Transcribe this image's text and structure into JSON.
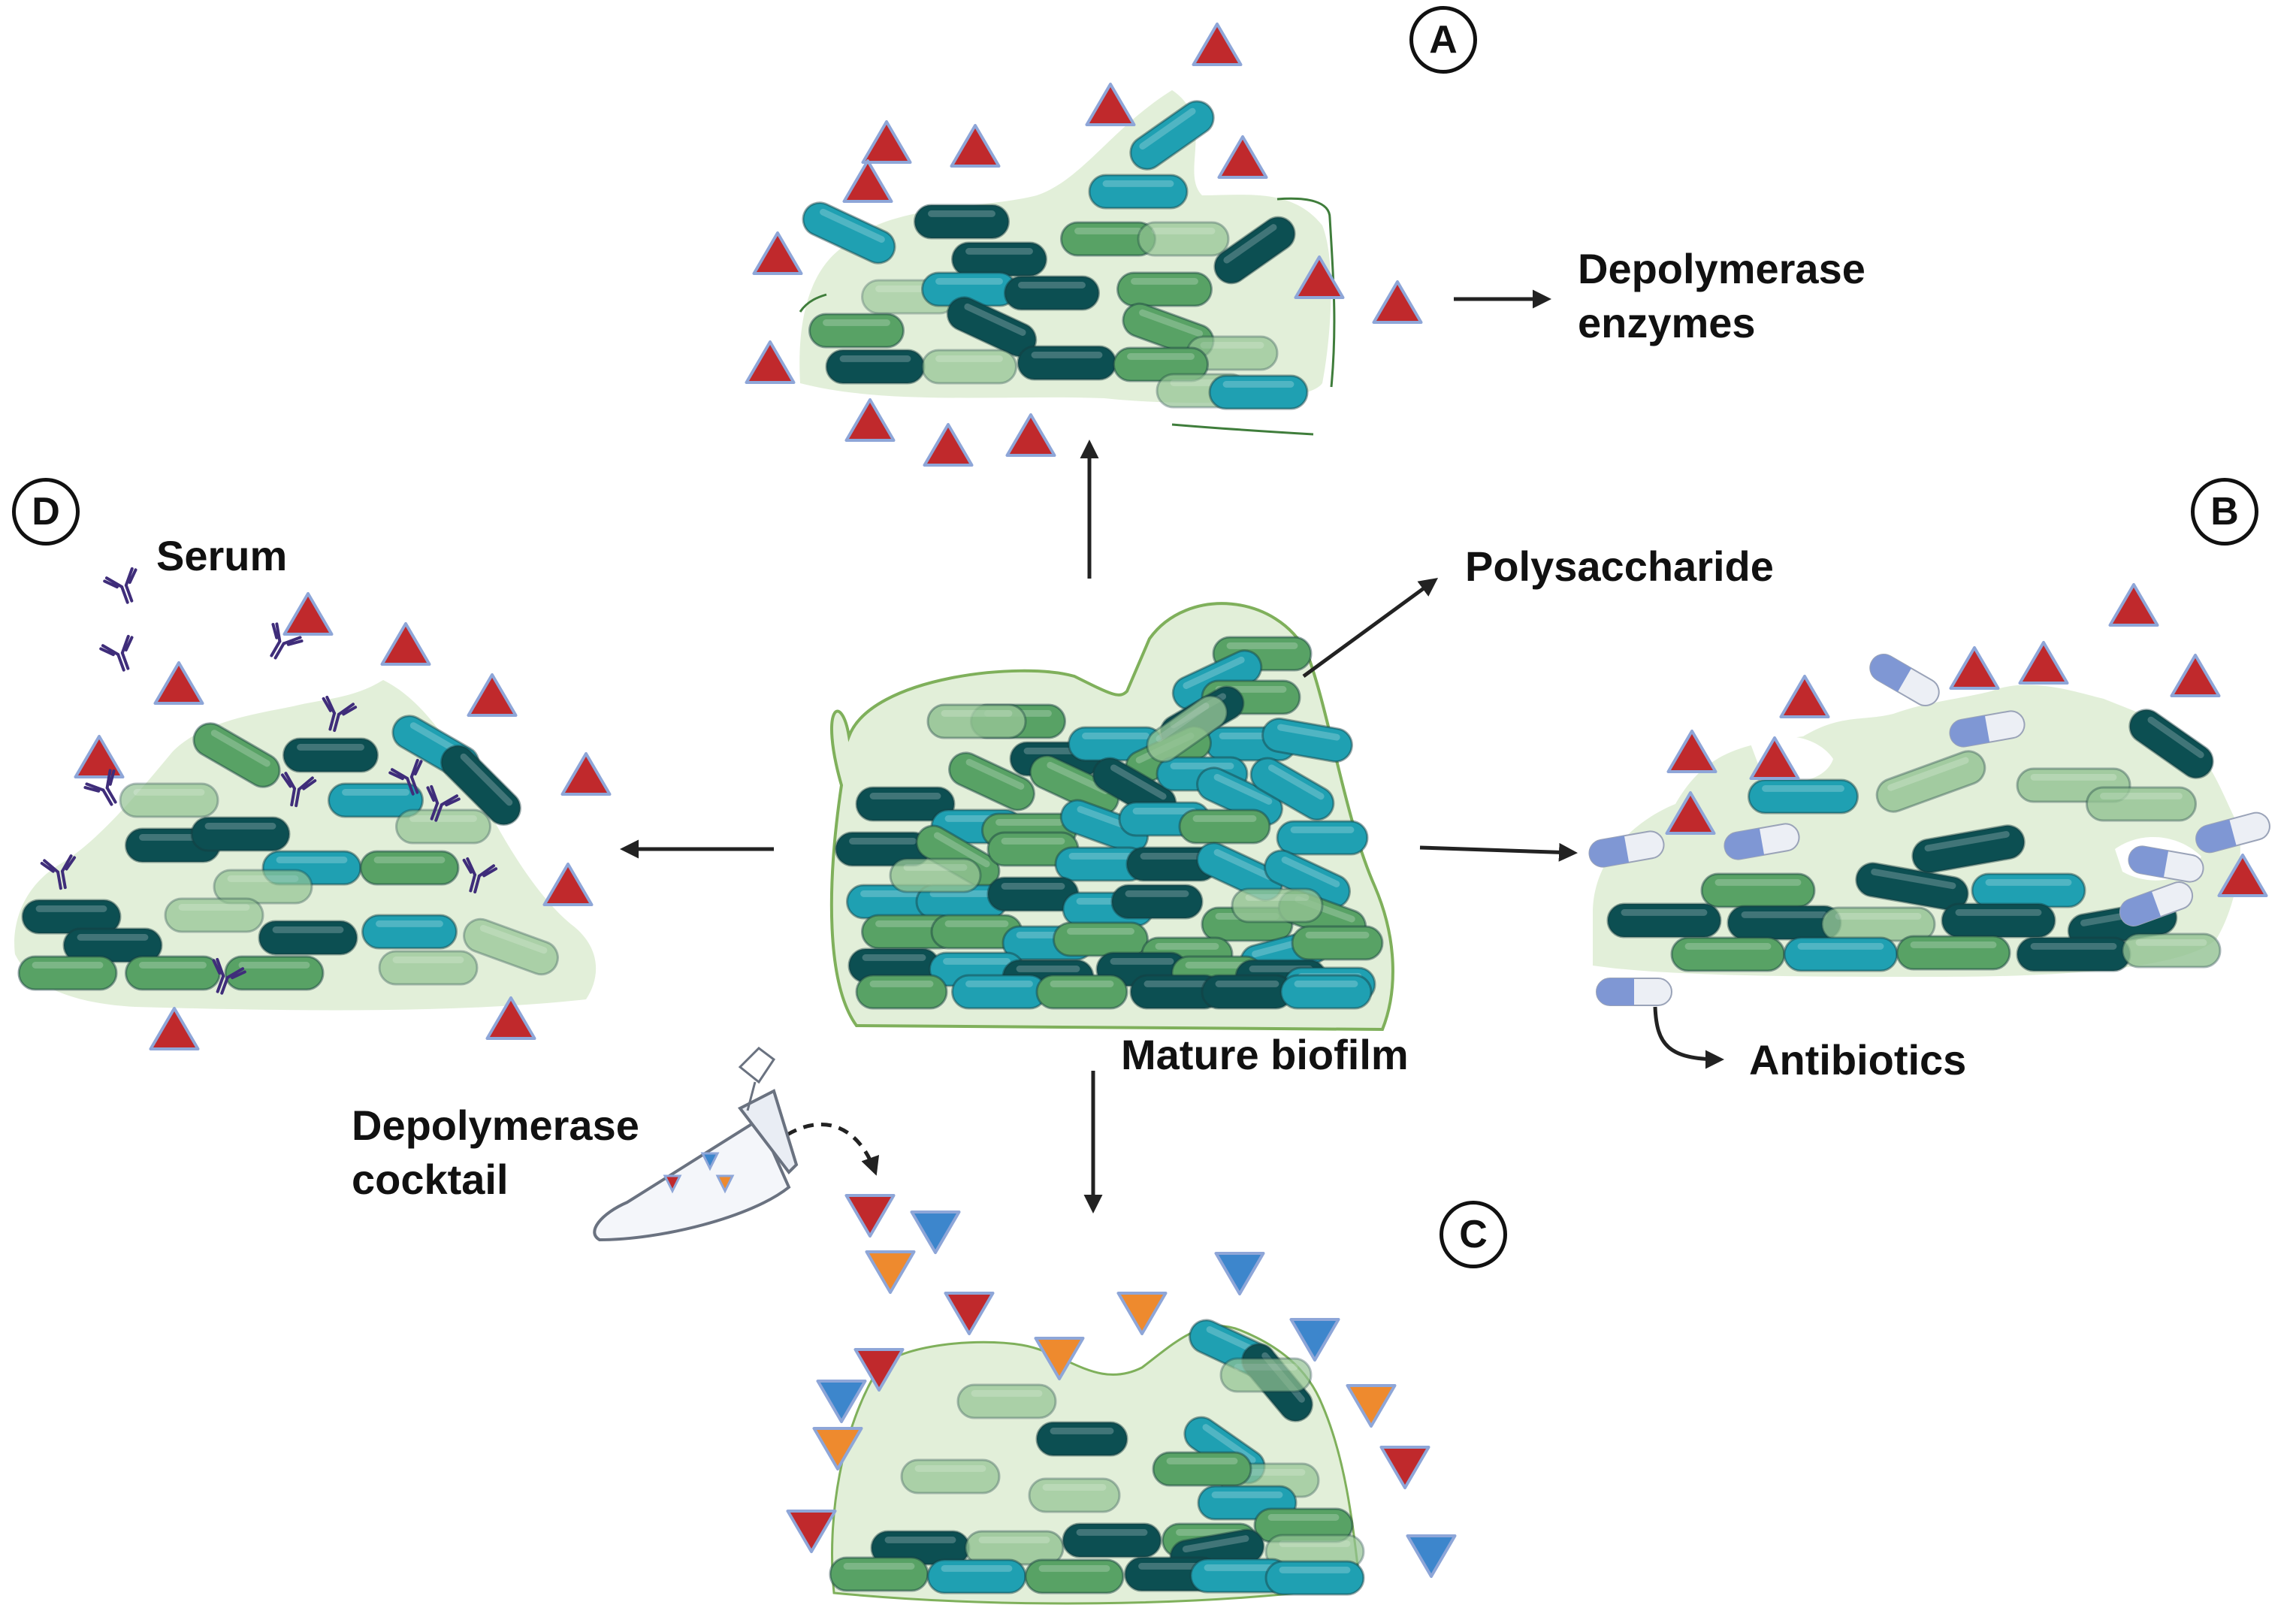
{
  "colors": {
    "matrix_fill": "#e2efd9",
    "matrix_edge": "#7fb05b",
    "cell_dark": "#0c4f52",
    "cell_teal": "#1fa0b2",
    "cell_green": "#58a265",
    "cell_light_green": "#93c393",
    "enzyme": "#c0292c",
    "enzyme_edge": "#8ea6d8",
    "enzyme_orange": "#ee8a2e",
    "enzyme_blue": "#3d86cc",
    "capsule_blue": "#7f97d4",
    "capsule_white": "#eceff5",
    "antibody": "#3f2d7a",
    "arrow": "#222222"
  },
  "icons": [
    "bacterium-icon",
    "enzyme-icon",
    "antibody-icon",
    "capsule-icon",
    "tube-icon",
    "arrow-icon"
  ],
  "panels": {
    "center": {
      "label": "Mature biofilm",
      "pointer_label": "Polysaccharide"
    },
    "A": {
      "badge": "A",
      "label_line1": "Depolymerase",
      "label_line2": "enzymes"
    },
    "B": {
      "badge": "B",
      "label": "Antibiotics"
    },
    "C": {
      "badge": "C",
      "cocktail_line1": "Depolymerase",
      "cocktail_line2": "cocktail"
    },
    "D": {
      "badge": "D",
      "label": "Serum"
    }
  }
}
